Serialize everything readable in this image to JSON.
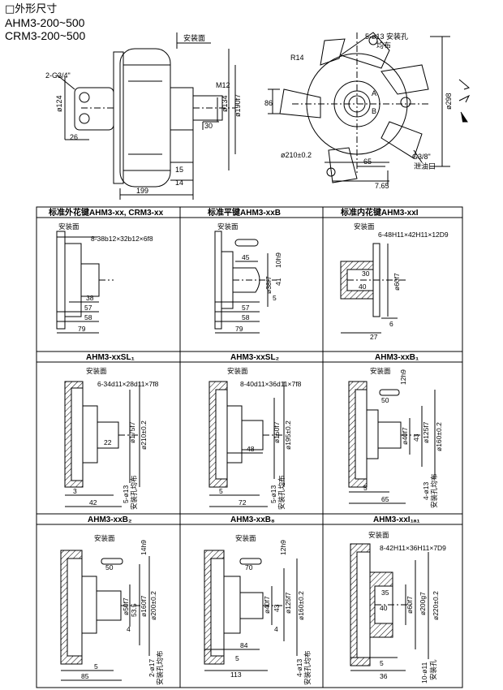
{
  "header": {
    "title": "□外形尺寸",
    "model_a": "AHM3-200~500",
    "model_b": "CRM3-200~500"
  },
  "top_left": {
    "mount_face": "安装面",
    "port": "2-G3/4\"",
    "d124": "ø124",
    "d134": "ø134",
    "d190": "ø190f7",
    "m12": "M12",
    "d30": "30",
    "d26": "26",
    "d15": "15",
    "d14": "14",
    "d199": "199"
  },
  "top_right": {
    "holes": "5-ø13 安装孔",
    "holes_2": "均布",
    "r14": "R14",
    "a": "A",
    "b": "B",
    "d86": "86",
    "d298": "ø298",
    "d210": "ø210±0.2",
    "d65": "65",
    "drain": "G3/8\"",
    "drain_2": "泄油口",
    "d765": "7.65"
  },
  "grid_titles": {
    "c1": "标准外花键AHM3-xx, CRM3-xx",
    "c2": "标准平键AHM3-xxB",
    "c3": "标准内花键AHM3-xxI",
    "r2c1": "AHM3-xxSL₁",
    "r2c2": "AHM3-xxSL₂",
    "r2c3": "AHM3-xxB₁",
    "r3c1": "AHM3-xxB₂",
    "r3c2": "AHM3-xxB₈",
    "r3c3": "AHM3-xxI₁ₐ₁"
  },
  "cells": {
    "r1c1": {
      "face": "安装面",
      "spline": "8-38b12×32b12×6f8",
      "d38": "38",
      "d57": "57",
      "d58": "58",
      "d79": "79"
    },
    "r1c2": {
      "face": "安装面",
      "d45": "45",
      "d10": "10h9",
      "d41": "41",
      "dia": "ø38f7",
      "d5": "5",
      "d57": "57",
      "d58": "58",
      "d79": "79"
    },
    "r1c3": {
      "face": "安装面",
      "spline": "6-48H11×42H11×12D9",
      "d30": "30",
      "d40": "40",
      "dia": "ø60f7",
      "d6": "6",
      "d27": "27"
    },
    "r2c1": {
      "face": "安装面",
      "spline": "6-34d11×28d11×7f8",
      "d22": "22",
      "dia": "ø175f7",
      "d210": "ø210±0.2",
      "d3": "3",
      "d42": "42",
      "holes": "5-ø13",
      "holes2": "安装孔均布"
    },
    "r2c2": {
      "face": "安装面",
      "spline": "8-40d11×36d11×7f8",
      "d48": "48",
      "dia": "ø150f7",
      "d195": "ø195±0.2",
      "d5": "5",
      "d72": "72",
      "holes": "5-ø13",
      "holes2": "安装孔均布"
    },
    "r2c3": {
      "face": "安装面",
      "d12": "12h9",
      "d50": "50",
      "d40": "ø40f7",
      "d43": "43",
      "d125": "ø125f7",
      "d160": "ø160±0.2",
      "d5": "5",
      "d65": "65",
      "holes": "4-ø13",
      "holes2": "安装孔均布"
    },
    "r3c1": {
      "face": "安装面",
      "d14": "14h9",
      "d50": "50",
      "d50f7": "ø50f7",
      "d535": "53.5",
      "d160": "ø160f7",
      "d200": "ø200±0.2",
      "d4": "4",
      "d5": "5",
      "d85": "85",
      "holes": "2-ø17",
      "holes2": "安装孔均布"
    },
    "r3c2": {
      "face": "安装面",
      "d12": "12h9",
      "d70": "70",
      "d40": "ø40f7",
      "d43": "43",
      "d125": "ø125f7",
      "d160": "ø160±0.2",
      "d4": "4",
      "d84": "84",
      "d5": "5",
      "d113": "113",
      "holes": "4-ø13",
      "holes2": "安装孔均布"
    },
    "r3c3": {
      "face": "安装面",
      "spline": "8-42H11×36H11×7D9",
      "d35": "35",
      "d40": "40",
      "d60": "ø60f7",
      "d200": "ø200g7",
      "d220": "ø220±0.2",
      "d5": "5",
      "d36": "36",
      "holes": "10-ø11",
      "holes2": "安装孔"
    }
  }
}
